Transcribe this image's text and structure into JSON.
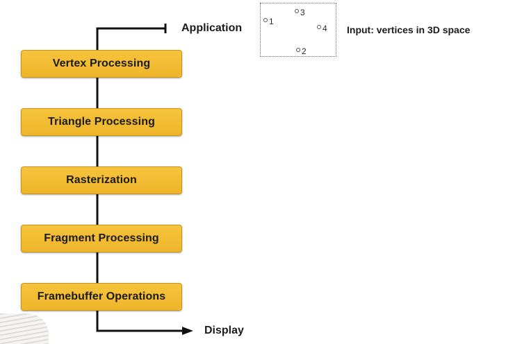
{
  "diagram": {
    "stages": [
      "Vertex Processing",
      "Triangle Processing",
      "Rasterization",
      "Fragment Processing",
      "Framebuffer Operations"
    ],
    "input_label": "Application",
    "output_label": "Display",
    "caption": "Input: vertices in 3D space",
    "vertices": [
      "1",
      "2",
      "3",
      "4"
    ]
  }
}
